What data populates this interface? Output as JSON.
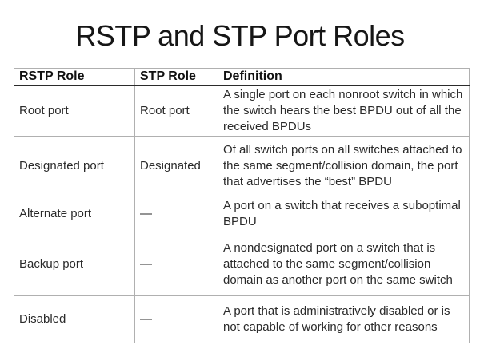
{
  "title": "RSTP and STP Port Roles",
  "table": {
    "headers": [
      "RSTP Role",
      "STP Role",
      "Definition"
    ],
    "rows": [
      {
        "rstp": "Root port",
        "stp": "Root port",
        "definition": "A single port on each nonroot switch in which the switch hears the best BPDU out of all the received BPDUs"
      },
      {
        "rstp": "Designated port",
        "stp": "Designated",
        "definition": "Of all switch ports on all switches attached to the same segment/collision domain, the port that advertises the “best” BPDU"
      },
      {
        "rstp": "Alternate port",
        "stp": "—",
        "definition": "A port on a switch that receives a suboptimal BPDU"
      },
      {
        "rstp": "Backup port",
        "stp": "—",
        "definition": "A nondesignated port on a switch that is attached to the same segment/collision domain as another port on the same switch"
      },
      {
        "rstp": "Disabled",
        "stp": "—",
        "definition": "A port that is administratively disabled or is not capable of working for other reasons"
      }
    ]
  }
}
